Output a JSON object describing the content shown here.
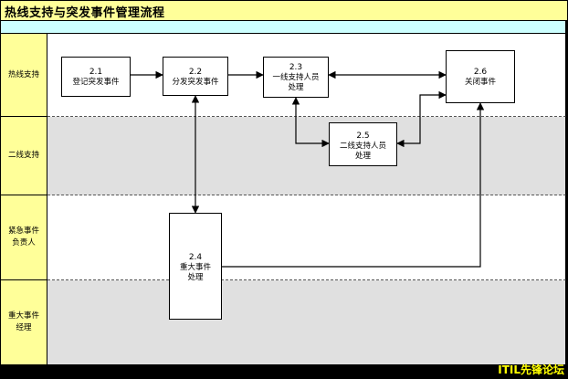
{
  "title": "热线支持与突发事件管理流程",
  "lanes": [
    {
      "label": "热线支持"
    },
    {
      "label": "二线支持"
    },
    {
      "label": "紧急事件\n负责人"
    },
    {
      "label": "重大事件\n经理"
    }
  ],
  "steps": [
    {
      "num": "2.1",
      "text": "登记突发事件"
    },
    {
      "num": "2.2",
      "text": "分发突发事件"
    },
    {
      "num": "2.3",
      "text": "一线支持人员\n处理"
    },
    {
      "num": "2.5",
      "text": "二线支持人员\n处理"
    },
    {
      "num": "2.6",
      "text": "关闭事件"
    },
    {
      "num": "2.4",
      "text": "重大事件\n处理"
    }
  ],
  "watermark": "ITIL先锋论坛"
}
